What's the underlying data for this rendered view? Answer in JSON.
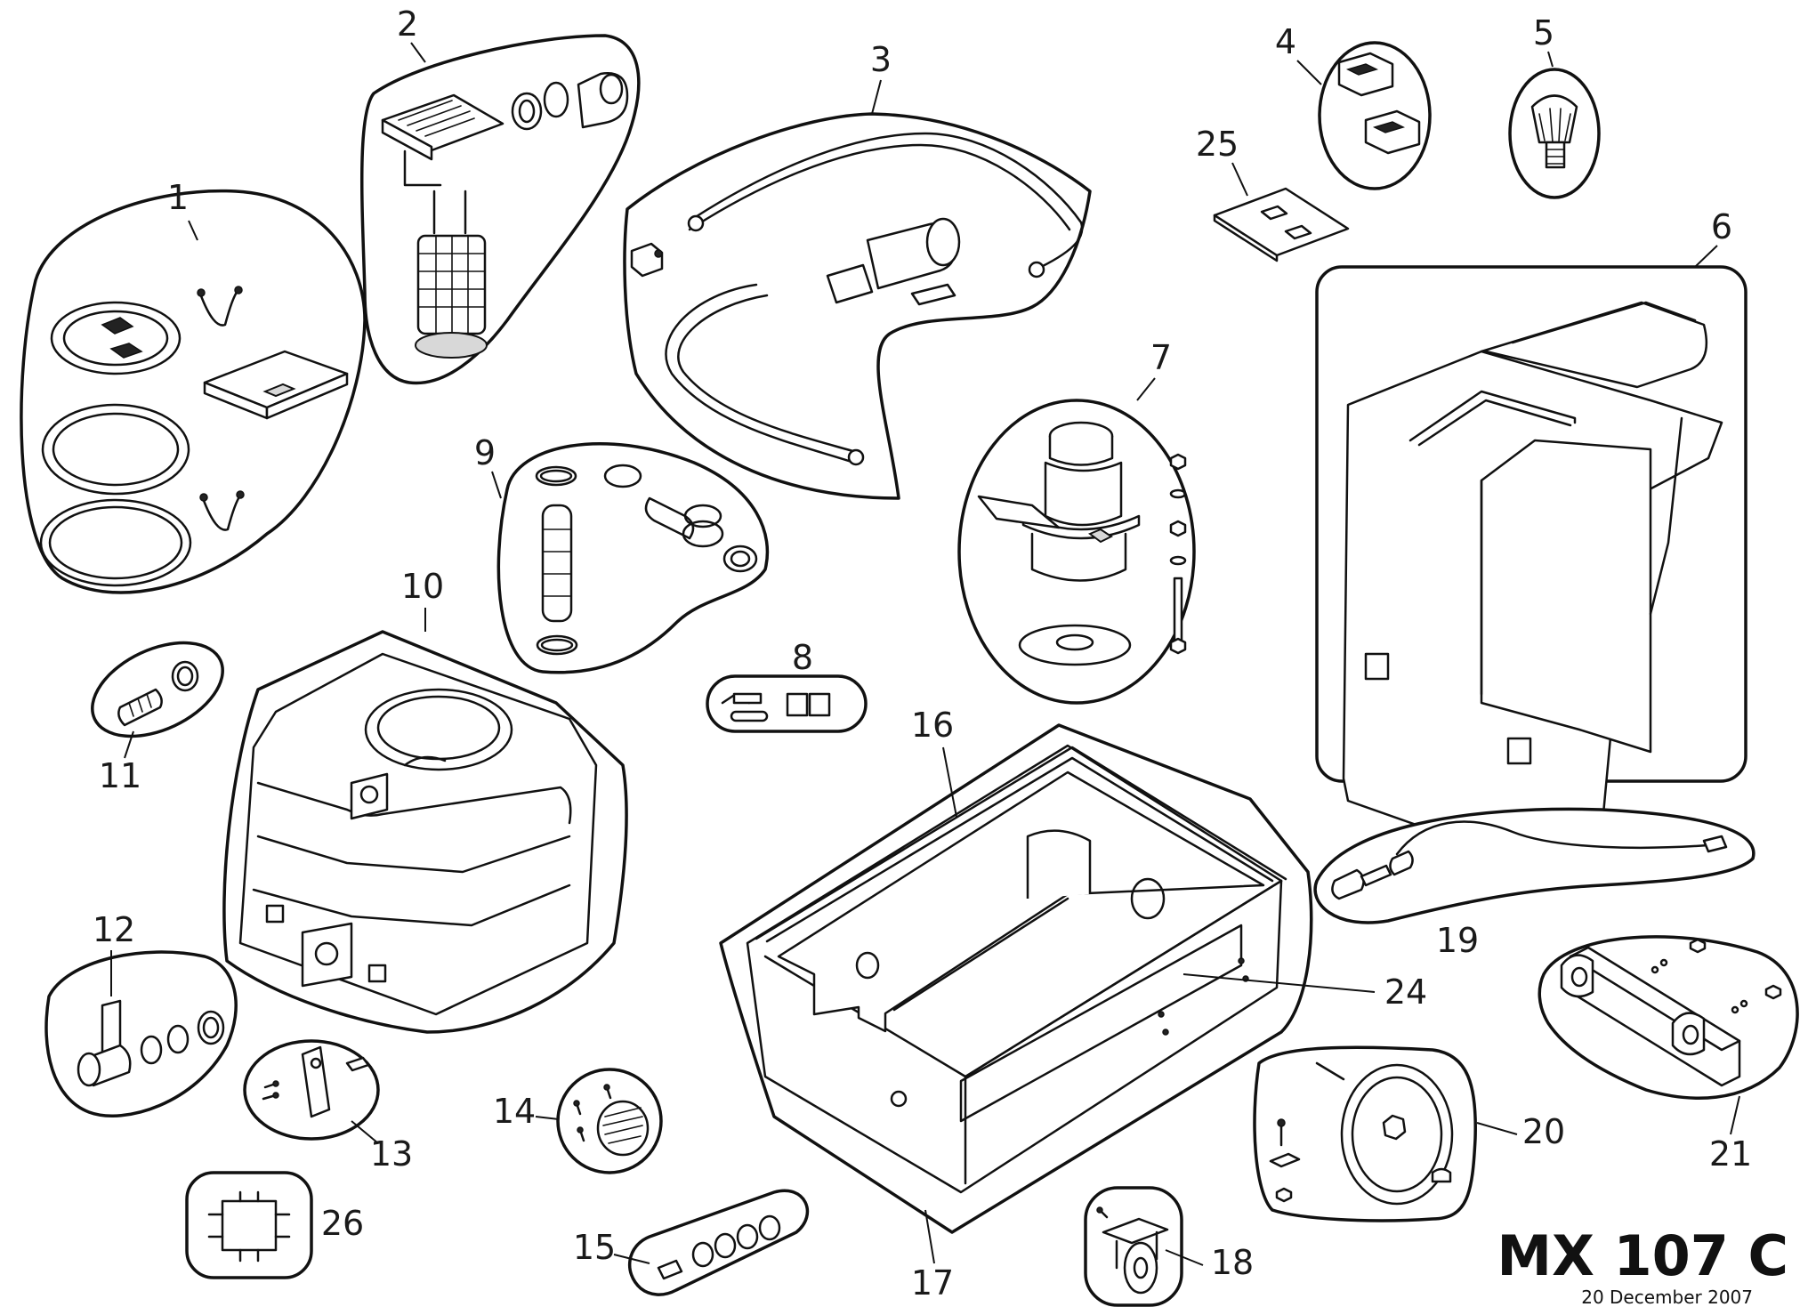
{
  "model": {
    "name": "MX 107 C",
    "date": "20 December 2007"
  },
  "callouts": {
    "c1": "1",
    "c2": "2",
    "c3": "3",
    "c4": "4",
    "c5": "5",
    "c6": "6",
    "c7": "7",
    "c8": "8",
    "c9": "9",
    "c10": "10",
    "c11": "11",
    "c12": "12",
    "c13": "13",
    "c14": "14",
    "c15": "15",
    "c16": "16",
    "c17": "17",
    "c18": "18",
    "c19": "19",
    "c20": "20",
    "c21": "21",
    "c24": "24",
    "c25": "25",
    "c26": "26"
  }
}
